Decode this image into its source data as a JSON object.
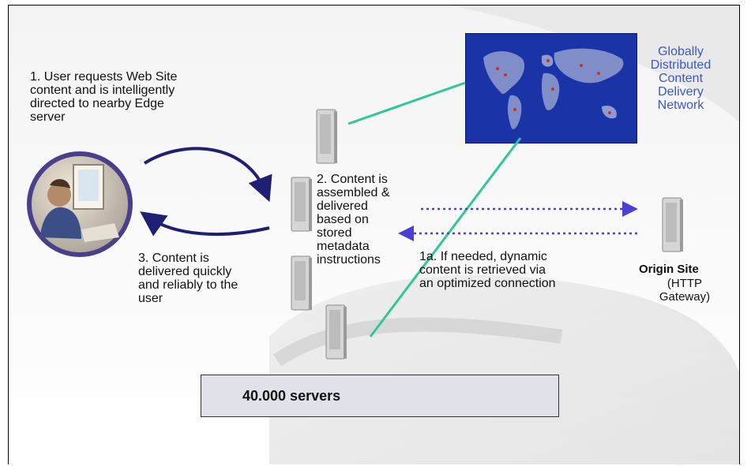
{
  "steps": {
    "step1": "1. User requests Web Site\ncontent and is intelligently\ndirected to nearby Edge\nserver",
    "step2": "2. Content is\nassembled &\ndelivered\nbased on\nstored\nmetadata\ninstructions",
    "step3": "3. Content is\ndelivered quickly\nand reliably to the\nuser",
    "step1a": "1a. If needed, dynamic\ncontent is retrieved via\nan optimized connection"
  },
  "network_label": "Globally\nDistributed\nContent\nDelivery\nNetwork",
  "origin": {
    "title": "Origin Site",
    "subtitle": "(HTTP\nGateway)"
  },
  "servers_count_label": "40.000 servers",
  "colors": {
    "network_text": "#3a57c8",
    "map_background": "#1a33a6",
    "connection_line": "#2fc79a",
    "user_arrows": "#1f1f73",
    "dotted_arrows": "#4b3fd6",
    "servers_box": "#e1e1ea"
  }
}
